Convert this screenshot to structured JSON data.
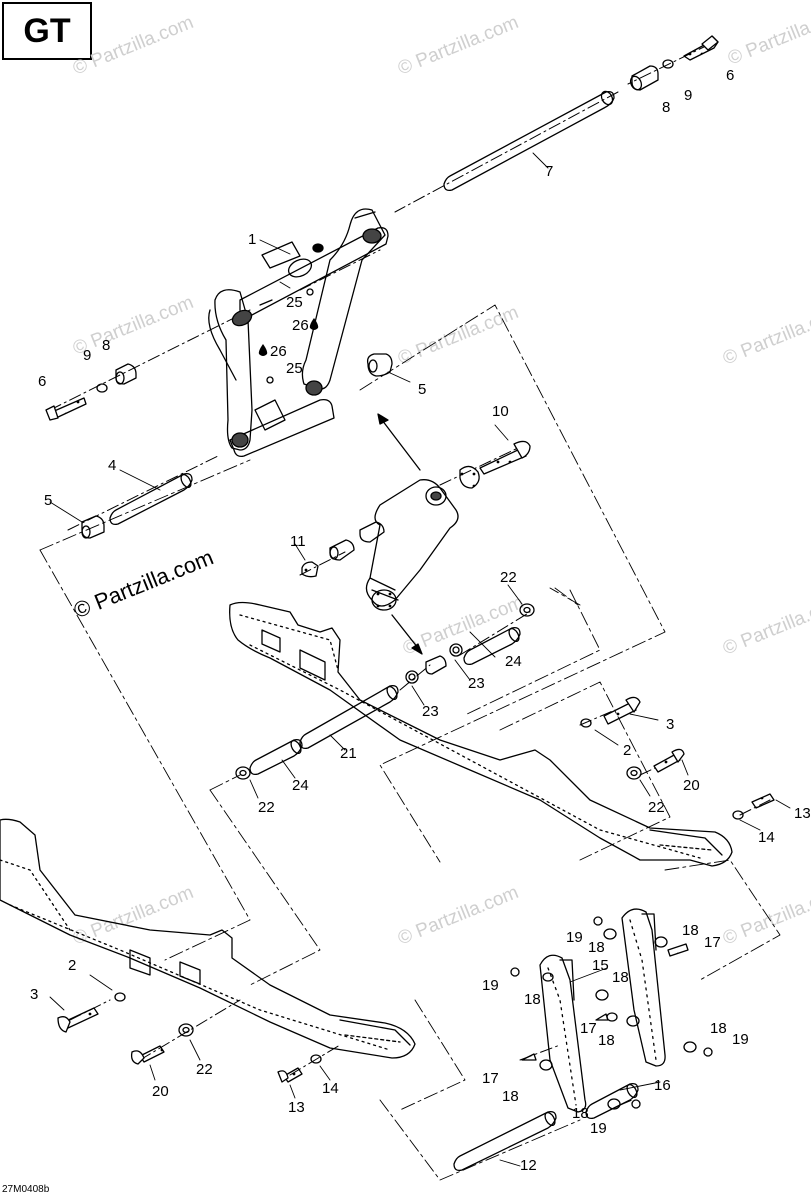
{
  "badge": "GT",
  "diagram_code": "27M0408b",
  "watermark_main": "© Partzilla.com",
  "watermark_faint": "© Partzilla.com",
  "callouts": [
    {
      "id": "c6a",
      "label": "6"
    },
    {
      "id": "c8a",
      "label": "8"
    },
    {
      "id": "c9a",
      "label": "9"
    },
    {
      "id": "c7",
      "label": "7"
    },
    {
      "id": "c1",
      "label": "1"
    },
    {
      "id": "c25a",
      "label": "25"
    },
    {
      "id": "c26a",
      "label": "26"
    },
    {
      "id": "c9b",
      "label": "9"
    },
    {
      "id": "c8b",
      "label": "8"
    },
    {
      "id": "c26b",
      "label": "26"
    },
    {
      "id": "c25b",
      "label": "25"
    },
    {
      "id": "c6b",
      "label": "6"
    },
    {
      "id": "c5a",
      "label": "5"
    },
    {
      "id": "c10",
      "label": "10"
    },
    {
      "id": "c4",
      "label": "4"
    },
    {
      "id": "c5b",
      "label": "5"
    },
    {
      "id": "c11",
      "label": "11"
    },
    {
      "id": "c22a",
      "label": "22"
    },
    {
      "id": "c24a",
      "label": "24"
    },
    {
      "id": "c23a",
      "label": "23"
    },
    {
      "id": "c23b",
      "label": "23"
    },
    {
      "id": "c3a",
      "label": "3"
    },
    {
      "id": "c21",
      "label": "21"
    },
    {
      "id": "c2a",
      "label": "2"
    },
    {
      "id": "c24b",
      "label": "24"
    },
    {
      "id": "c20a",
      "label": "20"
    },
    {
      "id": "c22b",
      "label": "22"
    },
    {
      "id": "c22c",
      "label": "22"
    },
    {
      "id": "c13a",
      "label": "13"
    },
    {
      "id": "c14a",
      "label": "14"
    },
    {
      "id": "c19a",
      "label": "19"
    },
    {
      "id": "c18a",
      "label": "18"
    },
    {
      "id": "c18b",
      "label": "18"
    },
    {
      "id": "c17a",
      "label": "17"
    },
    {
      "id": "c15",
      "label": "15"
    },
    {
      "id": "c18c",
      "label": "18"
    },
    {
      "id": "c19b",
      "label": "19"
    },
    {
      "id": "c18d",
      "label": "18"
    },
    {
      "id": "c2b",
      "label": "2"
    },
    {
      "id": "c3b",
      "label": "3"
    },
    {
      "id": "c17b",
      "label": "17"
    },
    {
      "id": "c18e",
      "label": "18"
    },
    {
      "id": "c18f",
      "label": "18"
    },
    {
      "id": "c19c",
      "label": "19"
    },
    {
      "id": "c17c",
      "label": "17"
    },
    {
      "id": "c18g",
      "label": "18"
    },
    {
      "id": "c16",
      "label": "16"
    },
    {
      "id": "c20b",
      "label": "20"
    },
    {
      "id": "c22d",
      "label": "22"
    },
    {
      "id": "c14b",
      "label": "14"
    },
    {
      "id": "c13b",
      "label": "13"
    },
    {
      "id": "c18h",
      "label": "18"
    },
    {
      "id": "c19d",
      "label": "19"
    },
    {
      "id": "c12",
      "label": "12"
    }
  ]
}
